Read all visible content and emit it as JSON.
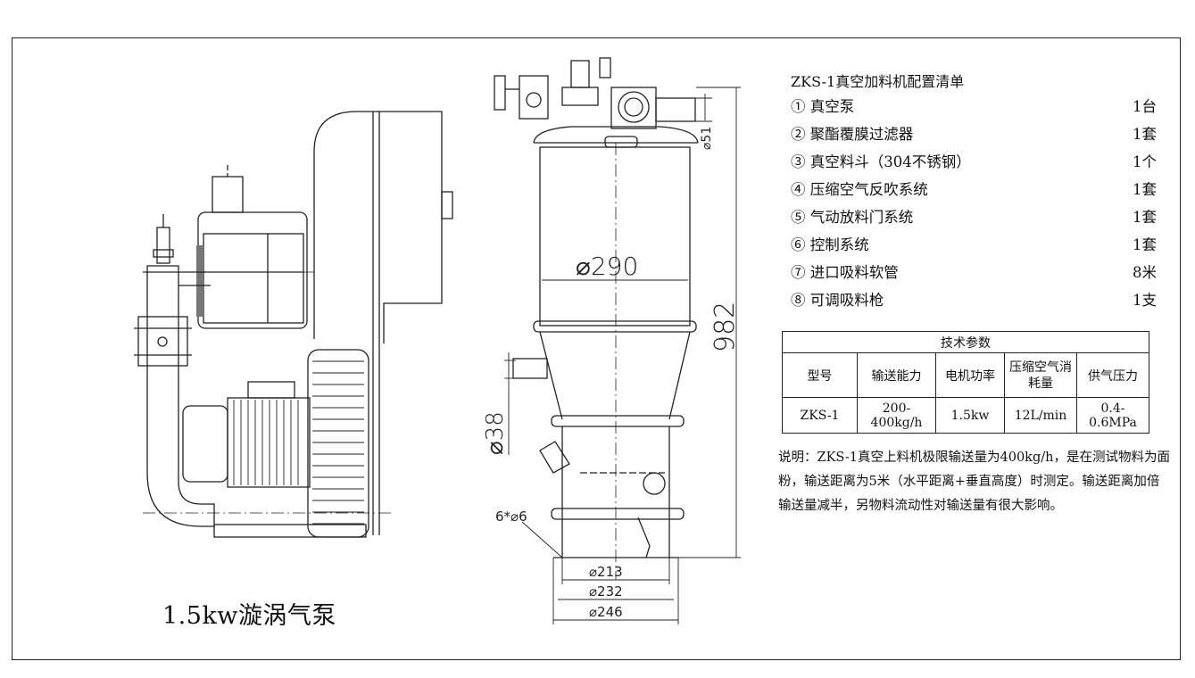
{
  "pump_caption": "1.5kw漩涡气泵",
  "dims": {
    "d290": "⌀290",
    "d982": "982",
    "d51": "⌀51",
    "d38": "⌀38",
    "holes": "6*⌀6",
    "d213": "⌀213",
    "d232": "⌀232",
    "d246": "⌀246"
  },
  "config": {
    "title": "ZKS-1真空加料机配置清单",
    "items": [
      {
        "name": "① 真空泵",
        "qty": "1台"
      },
      {
        "name": "② 聚酯覆膜过滤器",
        "qty": "1套"
      },
      {
        "name": "③ 真空料斗（304不锈钢）",
        "qty": "1个"
      },
      {
        "name": "④ 压缩空气反吹系统",
        "qty": "1套"
      },
      {
        "name": "⑤ 气动放料门系统",
        "qty": "1套"
      },
      {
        "name": "⑥ 控制系统",
        "qty": "1套"
      },
      {
        "name": "⑦ 进口吸料软管",
        "qty": "8米"
      },
      {
        "name": "⑧ 可调吸料枪",
        "qty": "1支"
      }
    ]
  },
  "params": {
    "title": "技术参数",
    "headers": [
      "型号",
      "输送能力",
      "电机功率",
      "压缩空气消",
      "耗量",
      "供气压力"
    ],
    "row": [
      "ZKS-1",
      "200-400kg/h",
      "1.5kw",
      "12L/min",
      "0.4-0.6MPa"
    ]
  },
  "note": {
    "lines": [
      "说明：ZKS-1真空上料机极限输送量为400kg/h，是在测试物料为面",
      "粉，输送距离为5米（水平距离+垂直高度）时测定。输送距离加倍",
      "输送量减半，另物料流动性对输送量有很大影响。"
    ]
  }
}
